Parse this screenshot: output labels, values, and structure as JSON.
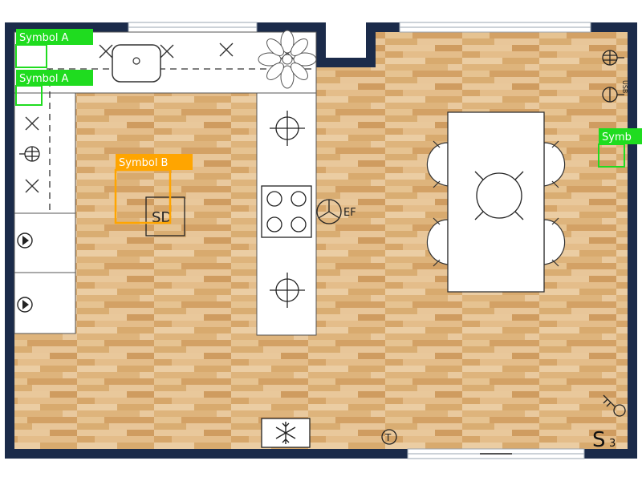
{
  "annotations": {
    "green_color": "#1fdc1f",
    "orange_color": "#ffa500",
    "label_text_color": "#ffffff",
    "items": [
      {
        "id": "symbol-a-1",
        "label": "Symbol A",
        "color_role": "green"
      },
      {
        "id": "symbol-a-2",
        "label": "Symbol A",
        "color_role": "green"
      },
      {
        "id": "symbol-b",
        "label": "Symbol B",
        "color_role": "orange"
      },
      {
        "id": "symbol-right",
        "label": "Symb",
        "color_role": "green"
      }
    ]
  },
  "symbols": {
    "smoke_detector": "SD",
    "extractor_fan": "EF",
    "thermostat": "T",
    "usb_outlet": "USB",
    "switch": "S",
    "switch_sub": "3",
    "freezer_icon": "snowflake-icon",
    "speaker_icon": "speaker-icon",
    "light_icon": "ceiling-light-icon",
    "socket_icon": "socket-icon",
    "key_icon": "key-icon",
    "plant_icon": "plant-icon"
  },
  "palette": {
    "wall": "#1b2b4a",
    "floor_light": "#e7c393",
    "floor_mid": "#d9ab70",
    "floor_dark": "#c89558",
    "counter": "#ffffff",
    "line": "#222222"
  }
}
